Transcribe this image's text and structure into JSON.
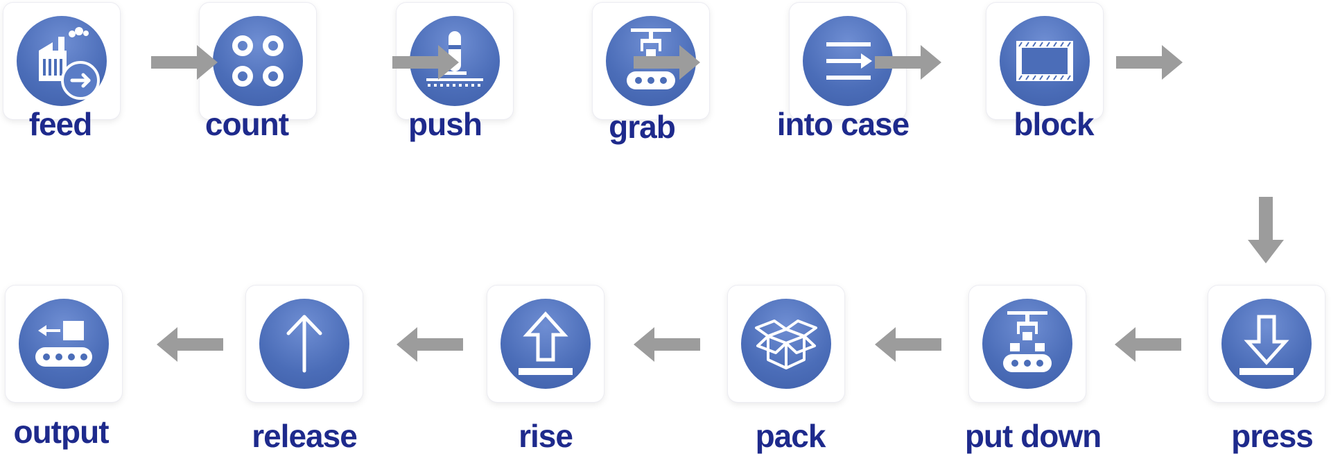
{
  "steps": [
    {
      "label": "feed",
      "icon": "factory-arrow-icon"
    },
    {
      "label": "count",
      "icon": "four-circles-icon"
    },
    {
      "label": "push",
      "icon": "pusher-icon"
    },
    {
      "label": "grab",
      "icon": "gripper-conveyor-icon"
    },
    {
      "label": "into case",
      "icon": "lines-arrow-icon"
    },
    {
      "label": "block",
      "icon": "film-frame-icon"
    },
    {
      "label": "press",
      "icon": "arrow-down-bar-icon"
    },
    {
      "label": "put down",
      "icon": "gripper-conveyor-icon"
    },
    {
      "label": "pack",
      "icon": "open-box-icon"
    },
    {
      "label": "rise",
      "icon": "arrow-up-bar-icon"
    },
    {
      "label": "release",
      "icon": "arrow-up-icon"
    },
    {
      "label": "output",
      "icon": "conveyor-output-icon"
    }
  ],
  "colors": {
    "label": "#1e2a8c",
    "icon_fill": "#4b6db8",
    "arrow": "#9c9c9c"
  }
}
